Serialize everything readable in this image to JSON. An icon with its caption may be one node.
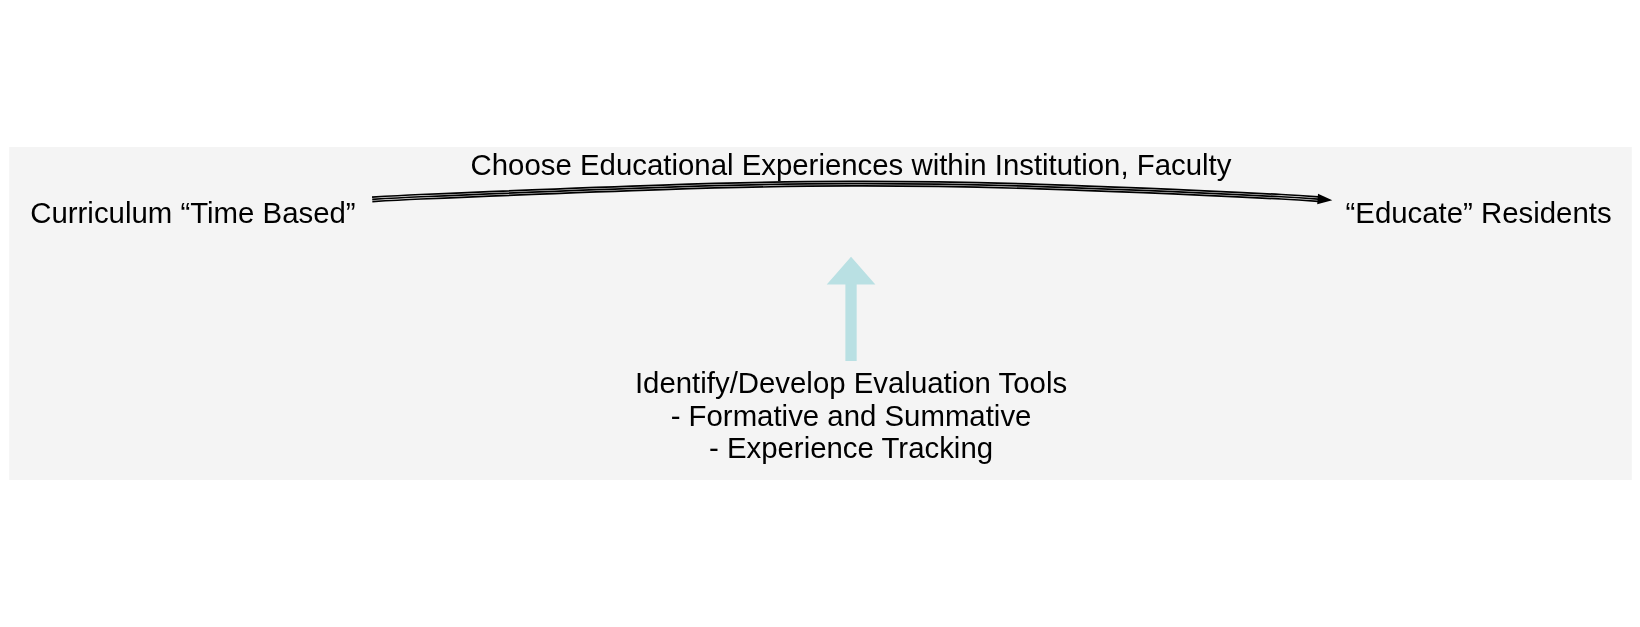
{
  "diagram": {
    "nodes": [
      {
        "text": [
          "Curriculum “Time Based”"
        ]
      },
      {
        "text": [
          "“Educate” Residents"
        ]
      },
      {
        "text": [
          "Identify/Develop Evaluation Tools",
          "- Formative and Summative",
          "- Experience Tracking"
        ]
      }
    ],
    "edges": [
      {
        "from": 0,
        "to": 1,
        "arrow": "to",
        "label": "Choose Educational Experiences within Institution, Faculty"
      },
      {
        "from": 2,
        "to": null,
        "arrow": "to",
        "style": "thick",
        "color": "#b9e0e3"
      }
    ]
  }
}
